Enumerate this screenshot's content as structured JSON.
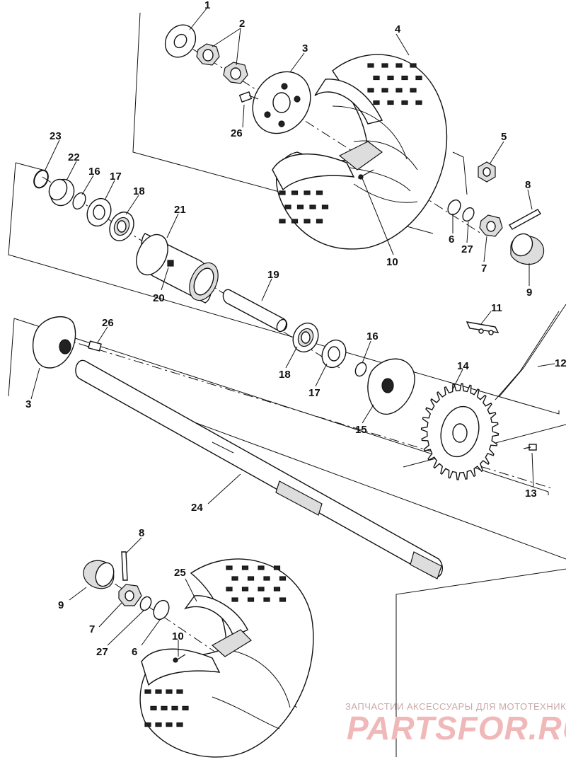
{
  "callouts": {
    "c1": "1",
    "c2": "2",
    "c3a": "3",
    "c4": "4",
    "c5": "5",
    "c6a": "6",
    "c7a": "7",
    "c8a": "8",
    "c9a": "9",
    "c10a": "10",
    "c11": "11",
    "c12": "12",
    "c13": "13",
    "c14": "14",
    "c15": "15",
    "c16a": "16",
    "c16b": "16",
    "c17a": "17",
    "c17b": "17",
    "c18a": "18",
    "c18b": "18",
    "c19": "19",
    "c20": "20",
    "c21": "21",
    "c22": "22",
    "c23": "23",
    "c24": "24",
    "c25": "25",
    "c26a": "26",
    "c26b": "26",
    "c27a": "27",
    "c3b": "3",
    "c8b": "8",
    "c9b": "9",
    "c7b": "7",
    "c27b": "27",
    "c6b": "6",
    "c10b": "10"
  },
  "watermark": {
    "tagline": "ЗАПЧАСТИИ АКСЕССУАРЫ ДЛЯ МОТОТЕХНИКИ",
    "logo": "PARTSFOR.RU"
  }
}
